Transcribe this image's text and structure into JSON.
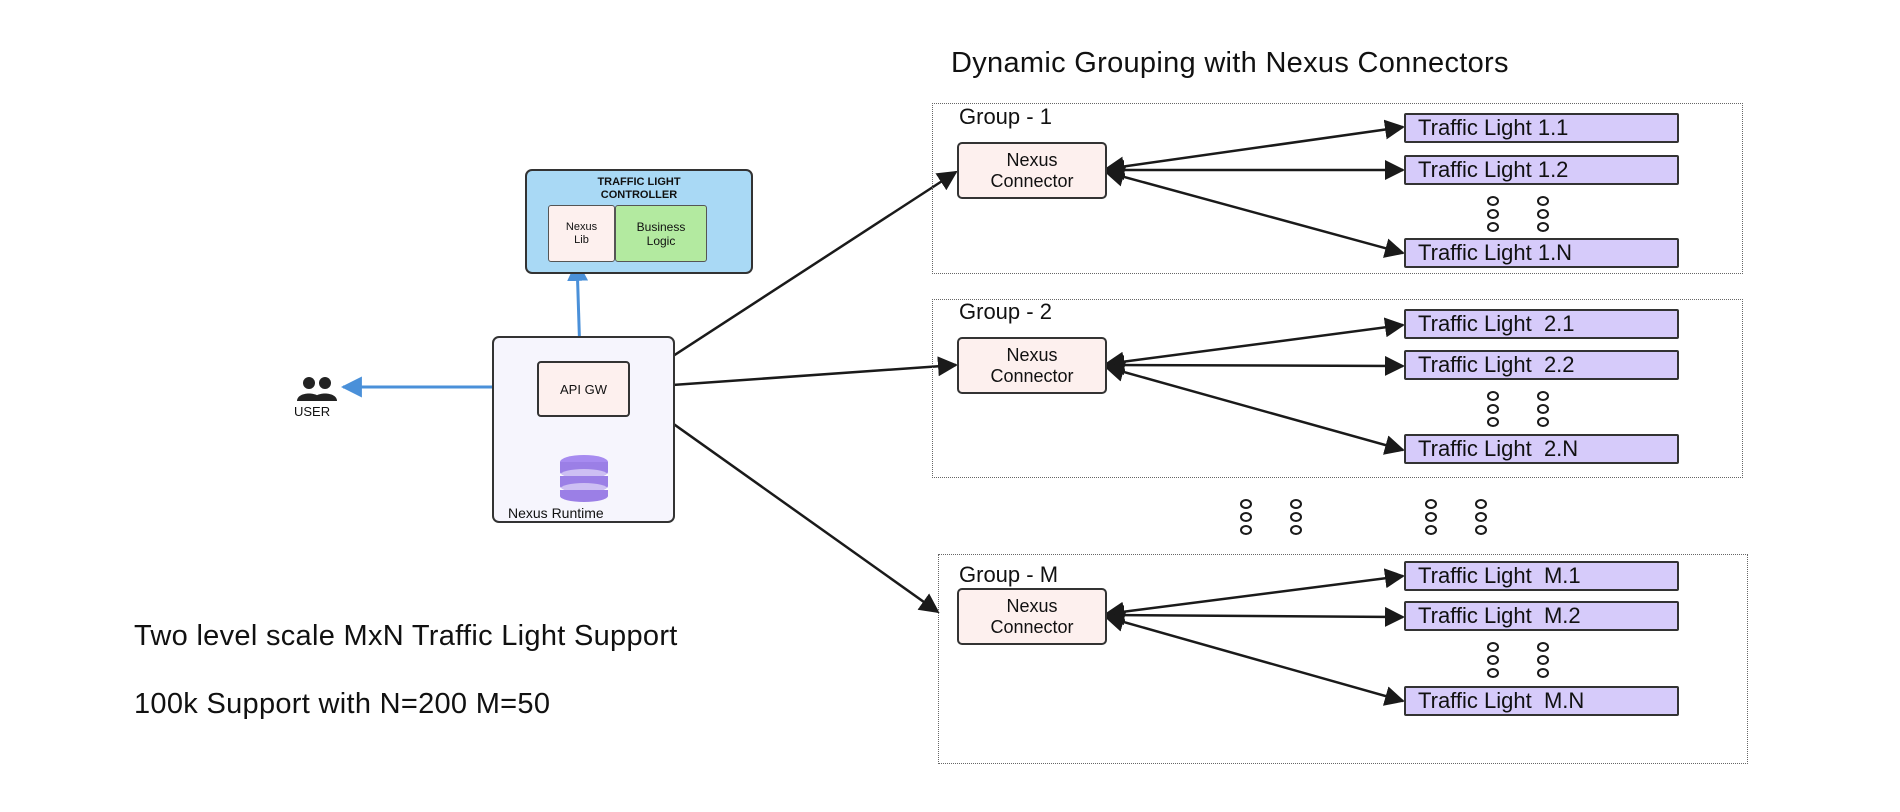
{
  "title": "Dynamic Grouping with Nexus Connectors",
  "notes": {
    "line1": "Two level scale  MxN Traffic Light Support",
    "line2": "100k Support with N=200 M=50"
  },
  "controller": {
    "title": "TRAFFIC LIGHT\nCONTROLLER",
    "nexus_lib": "Nexus\nLib",
    "business_logic": "Business\nLogic"
  },
  "runtime": {
    "label": "Nexus Runtime",
    "api_gw": "API GW",
    "database_icon": "database-icon"
  },
  "user": {
    "label": "USER",
    "icon": "users-icon"
  },
  "groups": [
    {
      "label": "Group - 1",
      "connector": "Nexus\nConnector",
      "lights": [
        "Traffic Light 1.1",
        "Traffic Light 1.2",
        "Traffic Light 1.N"
      ]
    },
    {
      "label": "Group - 2",
      "connector": "Nexus\nConnector",
      "lights": [
        "Traffic Light  2.1",
        "Traffic Light  2.2",
        "Traffic Light  2.N"
      ]
    },
    {
      "label": "Group - M",
      "connector": "Nexus\nConnector",
      "lights": [
        "Traffic Light  M.1",
        "Traffic Light  M.2",
        "Traffic Light  M.N"
      ]
    }
  ],
  "colors": {
    "blue_arrow": "#4a90d9",
    "black_arrow": "#1a1a1a",
    "controller_bg": "#a9d9f5",
    "business_logic_bg": "#b3eaa0",
    "light_bg": "#d6cbfa",
    "connector_bg": "#fdf0ee",
    "database": "#9b7fe6"
  }
}
